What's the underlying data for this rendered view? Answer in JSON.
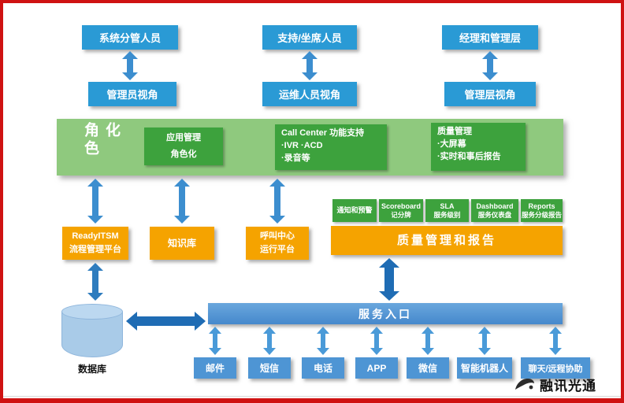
{
  "actors": [
    {
      "label": "系统分管人员"
    },
    {
      "label": "支持/坐席人员"
    },
    {
      "label": "经理和管理层"
    }
  ],
  "views": [
    {
      "label": "管理员视角"
    },
    {
      "label": "运维人员视角"
    },
    {
      "label": "管理层视角"
    }
  ],
  "role_band": {
    "vertical_label": "角色化",
    "app_box": {
      "line1": "应用管理",
      "line2": "角色化"
    },
    "callcenter_box": {
      "line1": "Call Center 功能支持",
      "line2": "·IVR  ·ACD",
      "line3": "·录音等"
    },
    "quality_box": {
      "line1": "质量管理",
      "line2": "·大屏幕",
      "line3": "·实时和事后报告"
    }
  },
  "platforms": {
    "itsm": {
      "line1": "ReadyITSM",
      "line2": "流程管理平台"
    },
    "knowledge": {
      "label": "知识库"
    },
    "callcenter": {
      "line1": "呼叫中心",
      "line2": "运行平台"
    }
  },
  "quality_tags": [
    {
      "line1": "通知和预警",
      "line2": ""
    },
    {
      "line1": "Scoreboard",
      "line2": "记分牌"
    },
    {
      "line1": "SLA",
      "line2": "服务级别"
    },
    {
      "line1": "Dashboard",
      "line2": "服务仪表盘"
    },
    {
      "line1": "Reports",
      "line2": "服务分级报告"
    }
  ],
  "quality_report": {
    "label": "质量管理和报告"
  },
  "service_entry": {
    "label": "服务入口"
  },
  "database": {
    "label": "数据库"
  },
  "channels": [
    {
      "label": "邮件"
    },
    {
      "label": "短信"
    },
    {
      "label": "电话"
    },
    {
      "label": "APP"
    },
    {
      "label": "微信"
    },
    {
      "label": "智能机器人"
    },
    {
      "label": "聊天/远程协助"
    }
  ],
  "logo": {
    "text": "融讯光通"
  },
  "colors": {
    "frame_red": "#cf1212",
    "actor_blue": "#2a9ad5",
    "entry_blue": "#4e95d4",
    "band_green": "#8fc97e",
    "deep_green": "#3da23d",
    "orange": "#f5a300",
    "arrow_blue": "#3c8ecf",
    "arrow_dark": "#1f6cb4",
    "db_fill": "#a9cbe8"
  }
}
